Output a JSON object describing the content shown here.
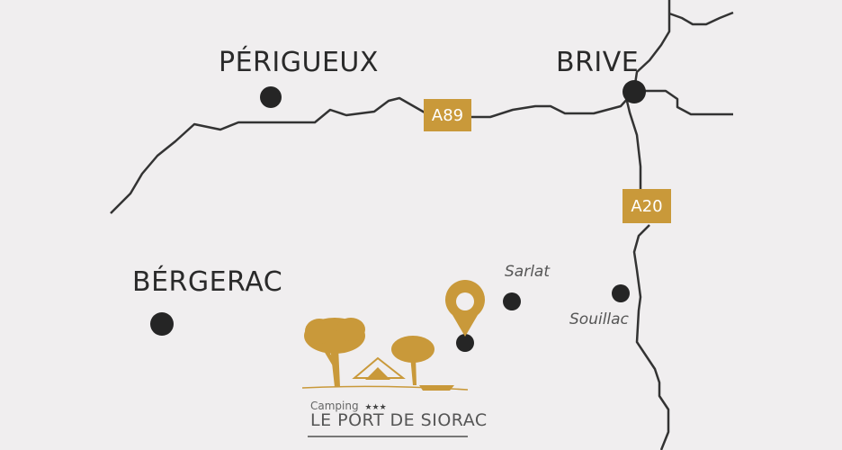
{
  "cities": {
    "perigueux": "PÉRIGUEUX",
    "brive": "BRIVE",
    "bergerac": "BÉRGERAC"
  },
  "towns": {
    "sarlat": "Sarlat",
    "souillac": "Souillac"
  },
  "roads": {
    "a89": "A89",
    "a20": "A20"
  },
  "logo": {
    "camping": "Camping",
    "stars": "★★★",
    "name": "LE PORT DE SIORAC"
  },
  "colors": {
    "background": "#f0eeef",
    "accent": "#c9993a",
    "road": "#2a2a2a"
  }
}
